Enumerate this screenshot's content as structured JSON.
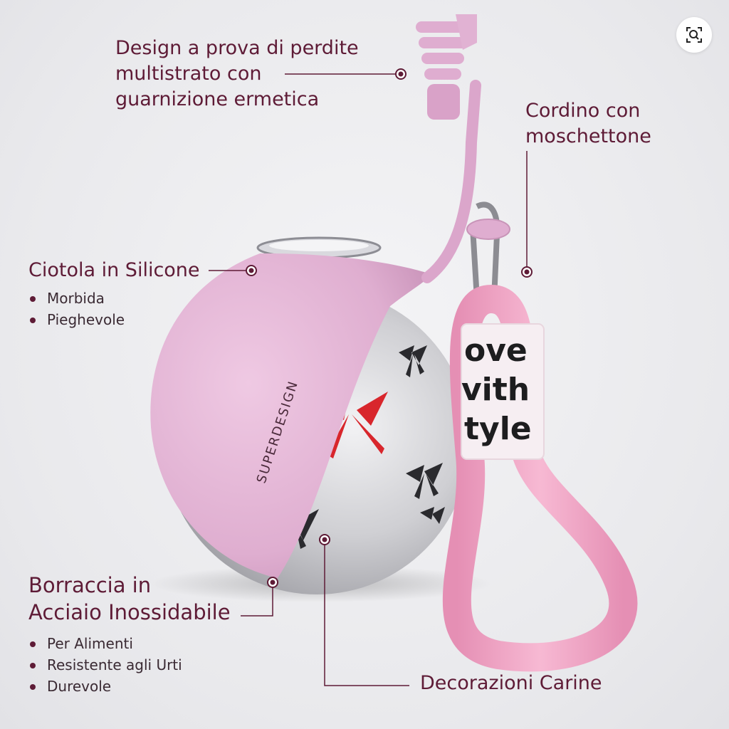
{
  "callouts": {
    "seal": {
      "lines": [
        "Design a prova di perdite",
        "multistrato con",
        "guarnizione ermetica"
      ]
    },
    "lanyard": {
      "lines": [
        "Cordino con",
        "moschettone"
      ]
    },
    "bowl": {
      "title": "Ciotola in Silicone",
      "bullets": [
        "Morbida",
        "Pieghevole"
      ]
    },
    "bottle": {
      "lines": [
        "Borraccia in",
        "Acciaio Inossidabile"
      ],
      "bullets": [
        "Per Alimenti",
        "Resistente agli Urti",
        "Durevole"
      ]
    },
    "decor": {
      "title": "Decorazioni Carine"
    }
  },
  "product": {
    "brand": "SUPERDESIGN",
    "strap_text": [
      "ove",
      "vith",
      "tyle"
    ]
  },
  "icons": {
    "zoom": "zoom-search-icon"
  },
  "colors": {
    "accent_text": "#5e1b36",
    "pink_silicone": "#e6b8d6",
    "steel": "#c8c8cc",
    "bow_dark": "#2a2a2e",
    "bow_red": "#d8262c"
  }
}
